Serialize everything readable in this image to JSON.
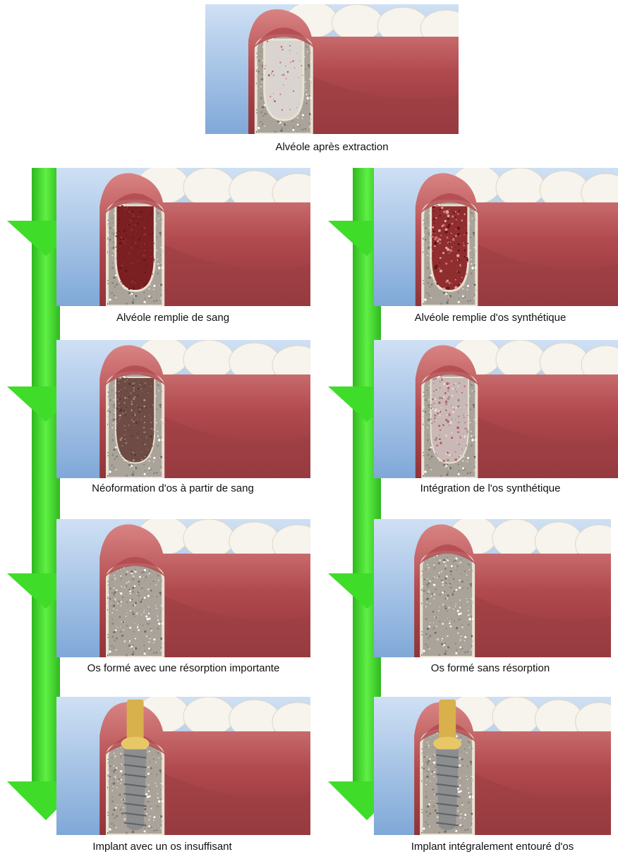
{
  "top": {
    "caption": "Alvéole après extraction",
    "state": "empty"
  },
  "left_column": {
    "arrow_color": "#3fdc2a",
    "steps": [
      {
        "caption": "Alvéole remplie de sang",
        "state": "blood"
      },
      {
        "caption": "Néoformation d'os à partir de sang",
        "state": "newbone"
      },
      {
        "caption": "Os formé avec une résorption importante",
        "state": "resorbed"
      },
      {
        "caption": "Implant avec un os insuffisant",
        "state": "implant-poor"
      }
    ]
  },
  "right_column": {
    "arrow_color": "#3fdc2a",
    "steps": [
      {
        "caption": "Alvéole remplie d'os synthétique",
        "state": "synthetic"
      },
      {
        "caption": "Intégration de l'os synthétique",
        "state": "integration"
      },
      {
        "caption": "Os formé sans résorption",
        "state": "healed"
      },
      {
        "caption": "Implant intégralement entouré d'os",
        "state": "implant-good"
      }
    ]
  },
  "colors": {
    "gum": "#b14a4f",
    "gum_light": "#d98383",
    "bone": "#a9a39a",
    "bone_edge": "#e9e2d2",
    "tooth": "#f6f4ec",
    "background_blue": "#7fa8d8",
    "implant_gold": "#d8b04c",
    "implant_grey": "#8b8d8f"
  }
}
